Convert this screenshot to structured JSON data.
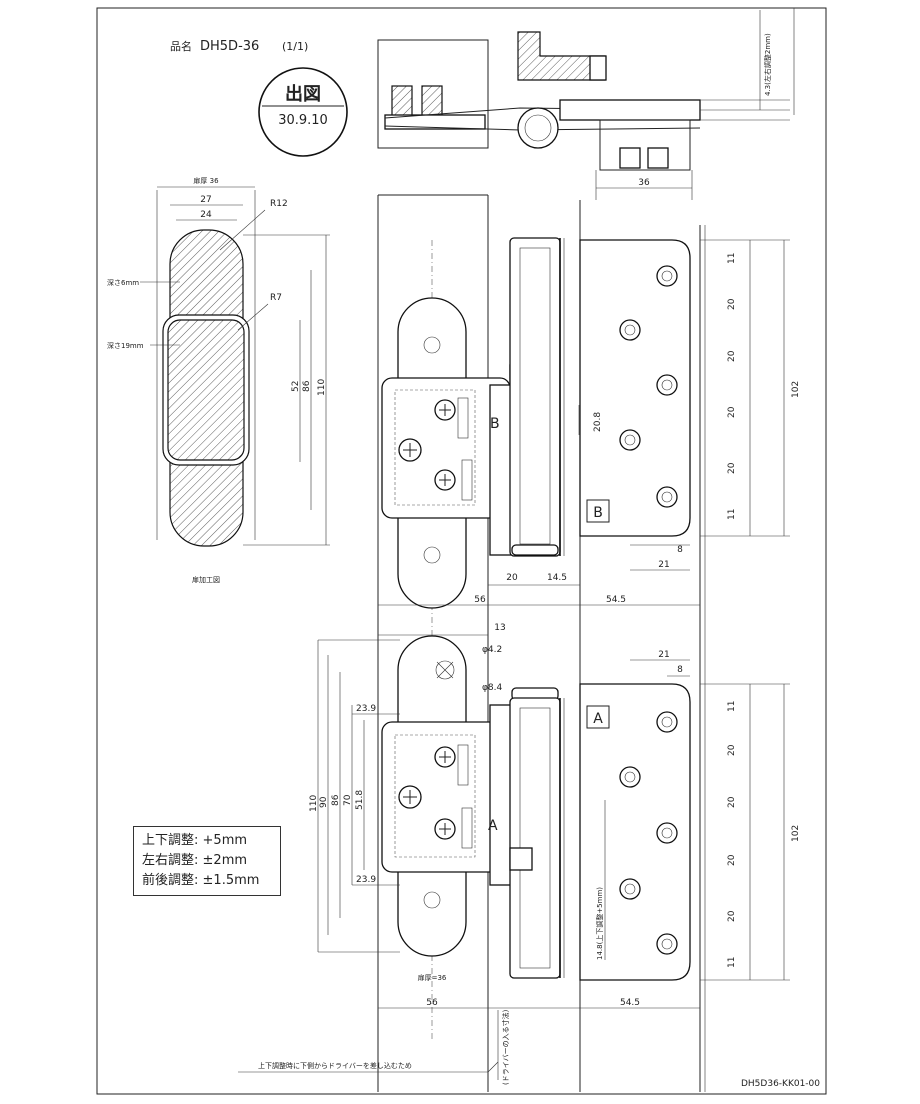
{
  "title": {
    "label": "品名",
    "product": "DH5D-36",
    "sheet": "(1/1)"
  },
  "stamp": {
    "heading": "出図",
    "date": "30.9.10"
  },
  "drawing_number": "DH5D36-KK01-00",
  "door_thickness_top": "扉厚 36",
  "door_thickness_bottom": "扉厚=36",
  "door_process_label": "扉加工図",
  "depth_6": "深さ6mm",
  "depth_19": "深さ19mm",
  "radius_12": "R12",
  "radius_7": "R7",
  "dia_42": "φ4.2",
  "dia_84": "φ8.4",
  "gap_note": "4.3(左右調整2mm)",
  "vertical_adjust_note": "14.8(上下調整+5mm)",
  "screwdriver_note": "(ドライバーの入る寸法)",
  "bottom_note": "上下調整時に下側からドライバーを差し込むため",
  "marks": {
    "b_body": "B",
    "b_plate": "B",
    "a_body": "A",
    "a_plate": "A"
  },
  "adjustments": {
    "vertical": {
      "label": "上下調整:",
      "value": "+5mm"
    },
    "lateral": {
      "label": "左右調整:",
      "value": "±2mm"
    },
    "depth": {
      "label": "前後調整:",
      "value": "±1.5mm"
    }
  },
  "dims": {
    "d36_left": "36",
    "d27": "27",
    "d24": "24",
    "d52": "52",
    "d86": "86",
    "d110_left": "110",
    "d36_top": "36",
    "d208": "20.8",
    "d20_mid": "20",
    "d145": "14.5",
    "d56_top": "56",
    "d545_top": "54.5",
    "d13": "13",
    "d239_top": "23.9",
    "d239_bottom": "23.9",
    "d110_low": "110",
    "d90": "90",
    "d86_low": "86",
    "d70": "70",
    "d518": "51.8",
    "d56_bottom": "56",
    "d545_bottom": "54.5",
    "d8_top": "8",
    "d21_top": "21",
    "d21_bottom": "21",
    "d8_bottom": "8",
    "d102_top": "102",
    "d102_bottom": "102",
    "top_plate_spacing": [
      "11",
      "20",
      "20",
      "20",
      "20",
      "11"
    ],
    "bottom_plate_spacing": [
      "11",
      "20",
      "20",
      "20",
      "20",
      "11"
    ]
  }
}
